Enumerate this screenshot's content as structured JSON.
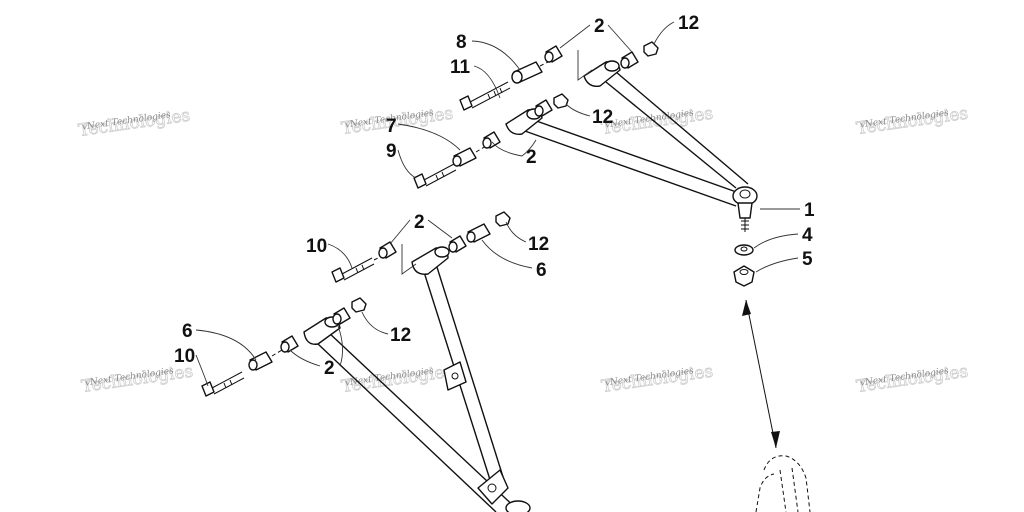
{
  "watermark": "vNext Technologies",
  "callouts": {
    "c1": "1",
    "c2a": "2",
    "c2b": "2",
    "c2c": "2",
    "c2d": "2",
    "c4": "4",
    "c5": "5",
    "c6a": "6",
    "c6b": "6",
    "c7": "7",
    "c8": "8",
    "c9": "9",
    "c10a": "10",
    "c10b": "10",
    "c11": "11",
    "c12a": "12",
    "c12b": "12",
    "c12c": "12",
    "c12d": "12"
  }
}
